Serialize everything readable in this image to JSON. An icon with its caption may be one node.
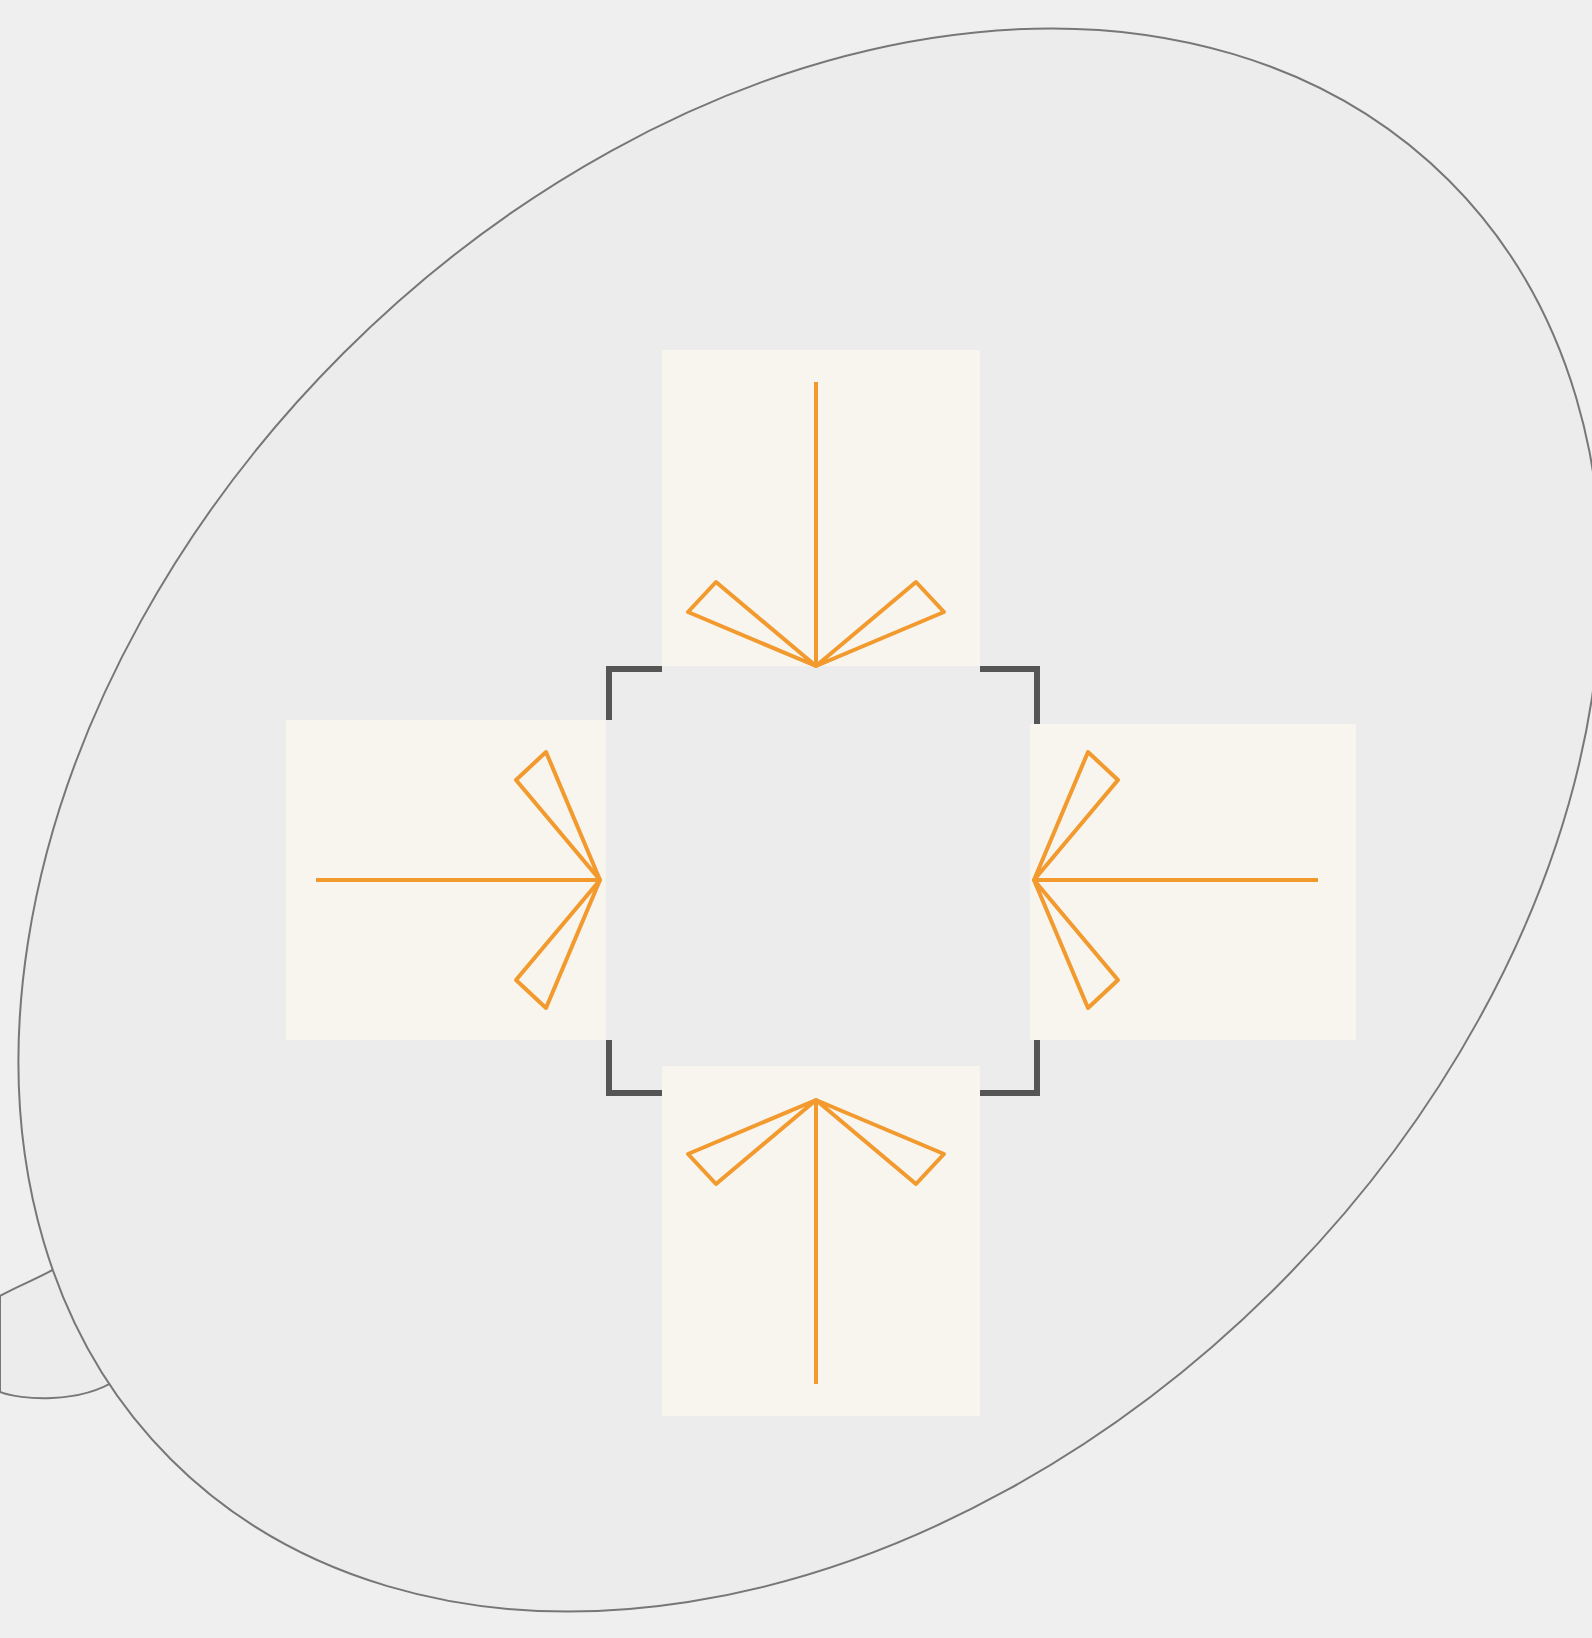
{
  "diagram": {
    "nodes": [
      {
        "text": [],
        "shape": "bubble"
      },
      {
        "text": [],
        "shape": "box",
        "in": 0
      },
      {
        "text": [],
        "shape": "box",
        "in": 0
      },
      {
        "text": [],
        "shape": "box",
        "in": 0
      },
      {
        "text": [],
        "shape": "box",
        "in": 0
      },
      {
        "text": [],
        "shape": "box",
        "in": 0
      }
    ]
  }
}
